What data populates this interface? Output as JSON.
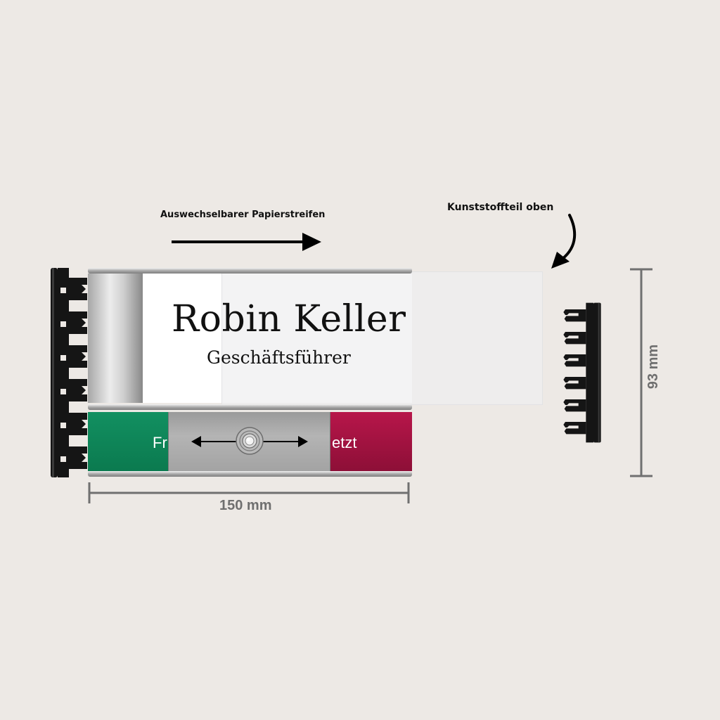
{
  "labels": {
    "paper_strip": "Auswechselbarer Papierstreifen",
    "plastic_part": "Kunststoffteil oben"
  },
  "sign": {
    "name": "Robin Keller",
    "role": "Geschäftsführer",
    "status_free_fragment": "Fr",
    "status_busy_fragment": "etzt"
  },
  "dimensions": {
    "width": "150 mm",
    "height": "93 mm"
  },
  "colors": {
    "background": "#ede9e5",
    "status_green": "#0f8659",
    "status_red": "#a0123f",
    "dimension_line": "#707070"
  },
  "icons": {
    "direction_arrow": "arrow-right-icon",
    "curved_arrow": "curved-arrow-icon",
    "slider_arrows": "double-arrow-icon",
    "slider_knob": "knob-icon"
  }
}
